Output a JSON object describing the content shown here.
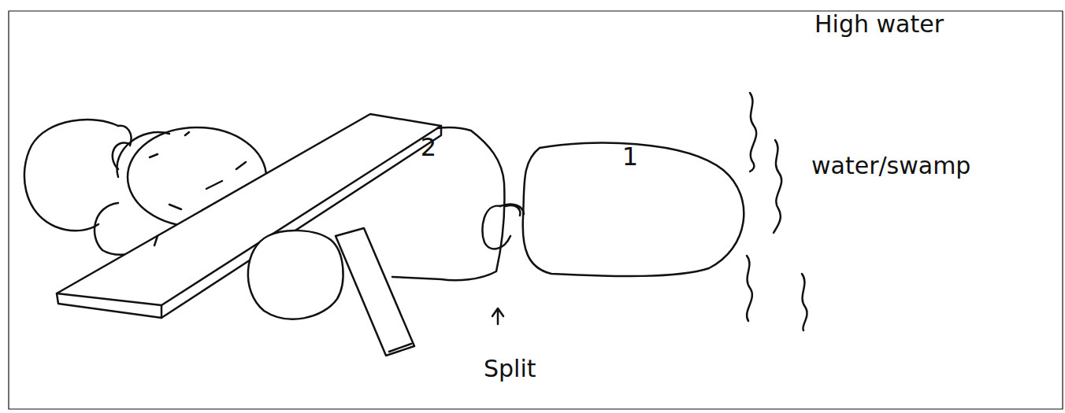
{
  "diagram": {
    "nodes": [
      {
        "text": [
          "2"
        ]
      },
      {
        "text": [
          "1"
        ]
      }
    ],
    "labels": [
      "Split",
      "High water",
      "water/swamp"
    ]
  }
}
